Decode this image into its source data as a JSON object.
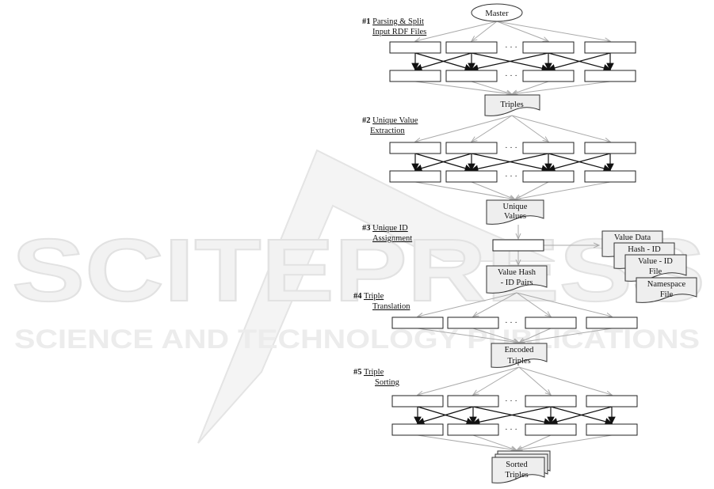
{
  "watermark": {
    "main": "SCITEPRESS",
    "sub": "SCIENCE AND TECHNOLOGY PUBLICATIONS"
  },
  "master": "Master",
  "dots": "· · ·",
  "stages": [
    {
      "num": "#1",
      "line1": "Parsing & Split",
      "line2": "Input RDF Files"
    },
    {
      "num": "#2",
      "line1": "Unique Value",
      "line2": "Extraction"
    },
    {
      "num": "#3",
      "line1": "Unique ID",
      "line2": "Assignment"
    },
    {
      "num": "#4",
      "line1": "Triple",
      "line2": "Translation"
    },
    {
      "num": "#5",
      "line1": "Triple",
      "line2": "Sorting"
    }
  ],
  "docs": {
    "triples": "Triples",
    "unique_values": [
      "Unique",
      "Values"
    ],
    "value_hash": [
      "Value Hash",
      "- ID Pairs"
    ],
    "encoded": [
      "Encoded",
      "Triples"
    ],
    "sorted": [
      "Sorted",
      "Triples"
    ],
    "value_data": "Value Data",
    "hash_id": "Hash - ID",
    "value_id_file": [
      "Value - ID",
      "File"
    ],
    "namespace_file": [
      "Namespace",
      "File"
    ]
  }
}
